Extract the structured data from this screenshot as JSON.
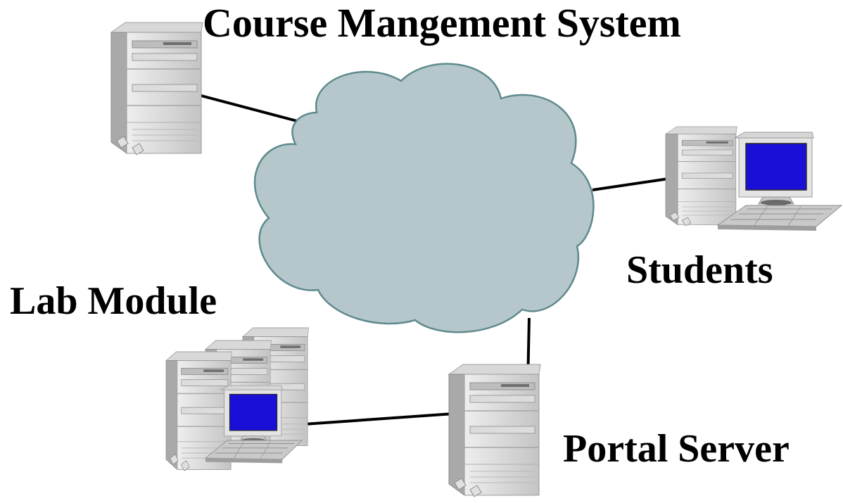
{
  "diagram": {
    "nodes": {
      "course_management": {
        "label": "Course Mangement System",
        "icon": "server-tower-icon"
      },
      "students": {
        "label": "Students",
        "icon": "desktop-computer-icon"
      },
      "lab_module": {
        "label": "Lab Module",
        "icon": "server-cluster-icon"
      },
      "portal_server": {
        "label": "Portal Server",
        "icon": "server-tower-icon"
      }
    },
    "network": {
      "icon": "network-cloud-icon"
    },
    "colors": {
      "cloud_fill": "#b5c7ca",
      "cloud_stroke": "#5f8a8d",
      "screen": "#1a0fd6",
      "case_light": "#e6e6e6",
      "case_mid": "#c6c6c6",
      "case_dark": "#9a9a9a",
      "link": "#000000"
    }
  }
}
